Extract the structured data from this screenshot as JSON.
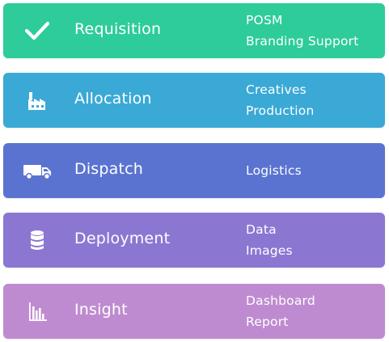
{
  "stages": [
    {
      "title": "Requisition",
      "icon": "checkmark-icon",
      "color": "#2ecc9a",
      "details": [
        "POSM",
        "Branding Support"
      ]
    },
    {
      "title": "Allocation",
      "icon": "factory-icon",
      "color": "#3aa9d6",
      "details": [
        "Creatives",
        "Production"
      ]
    },
    {
      "title": "Dispatch",
      "icon": "truck-icon",
      "color": "#5b73d0",
      "details": [
        "Logistics"
      ]
    },
    {
      "title": "Deployment",
      "icon": "database-icon",
      "color": "#8b77d2",
      "details": [
        "Data",
        "Images"
      ]
    },
    {
      "title": "Insight",
      "icon": "bar-chart-icon",
      "color": "#bf8bd0",
      "details": [
        "Dashboard",
        "Report"
      ]
    }
  ]
}
